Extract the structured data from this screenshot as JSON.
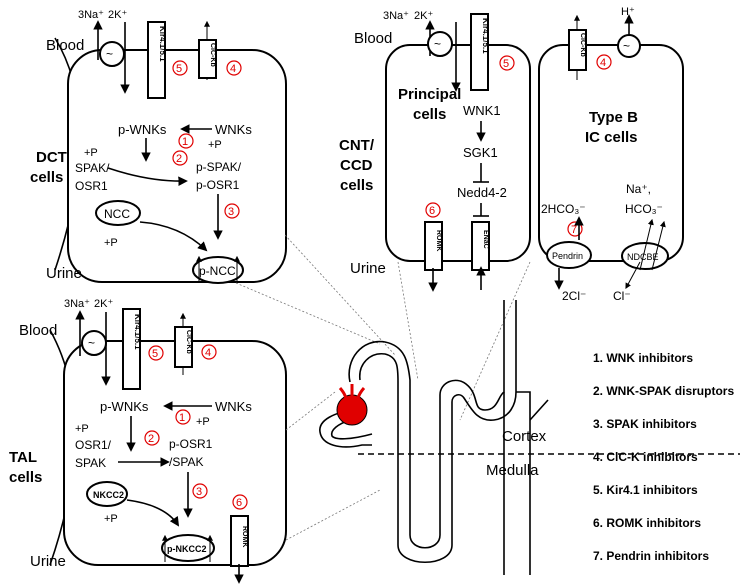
{
  "dct": {
    "blood": "Blood",
    "urine": "Urine",
    "cell_label_1": "DCT",
    "cell_label_2": "cells",
    "na": "3Na⁺",
    "k": "2K⁺",
    "kir": "Kir4.1/5.1",
    "clc": "ClC-Kb",
    "n5": "5",
    "n4": "4",
    "n1": "1",
    "n2": "2",
    "n3": "3",
    "pwnks": "p-WNKs",
    "wnks": "WNKs",
    "p1": "+P",
    "p2": "+P",
    "p3": "+P",
    "spak1": "SPAK/",
    "spak2": "OSR1",
    "pspak1": "p-SPAK/",
    "pspak2": "p-OSR1",
    "ncc": "NCC",
    "pncc": "p-NCC",
    "pump": "~"
  },
  "cnt": {
    "blood": "Blood",
    "urine": "Urine",
    "label_1": "CNT/",
    "label_2": "CCD",
    "label_3": "cells",
    "na": "3Na⁺",
    "k": "2K⁺",
    "kir": "Kir4.1/5.1",
    "n5": "5",
    "n6": "6",
    "principal_1": "Principal",
    "principal_2": "cells",
    "wnk1": "WNK1",
    "sgk1": "SGK1",
    "nedd": "Nedd4-2",
    "romk": "ROMK",
    "enac": "ENaC",
    "pump": "~"
  },
  "ic": {
    "h": "H⁺",
    "clc": "ClC-Kb",
    "n4": "4",
    "n7": "7",
    "title_1": "Type B",
    "title_2": "IC cells",
    "hco3_1": "2HCO₃⁻",
    "na": "Na⁺,",
    "hco3_2": "HCO₃⁻",
    "pendrin": "Pendrin",
    "ndcbe": "NDCBE",
    "cl2": "2Cl⁻",
    "cl": "Cl⁻",
    "pump": "~"
  },
  "tal": {
    "blood": "Blood",
    "urine": "Urine",
    "cell_label_1": "TAL",
    "cell_label_2": "cells",
    "na": "3Na⁺",
    "k": "2K⁺",
    "kir": "Kir4.1/5.1",
    "clc": "ClC-Kb",
    "n5": "5",
    "n4": "4",
    "n1": "1",
    "n2": "2",
    "n3": "3",
    "n6": "6",
    "pwnks": "p-WNKs",
    "wnks": "WNKs",
    "p1": "+P",
    "p2": "+P",
    "p3": "+P",
    "osr1": "OSR1/",
    "spak": "SPAK",
    "posr1": "p-OSR1",
    "pspak": "/SPAK",
    "nkcc2": "NKCC2",
    "pnkcc2": "p-NKCC2",
    "romk": "ROMK",
    "pump": "~"
  },
  "kidney": {
    "cortex": "Cortex",
    "medulla": "Medulla"
  },
  "legend": [
    "1. WNK inhibitors",
    "2. WNK-SPAK disruptors",
    "3. SPAK inhibitors",
    "4. ClC-K inhibitors",
    "5. Kir4.1 inhibitors",
    "6. ROMK inhibitors",
    "7. Pendrin inhibitors"
  ],
  "colors": {
    "number_circle": "#e00000",
    "glomerulus": "#e00000"
  }
}
